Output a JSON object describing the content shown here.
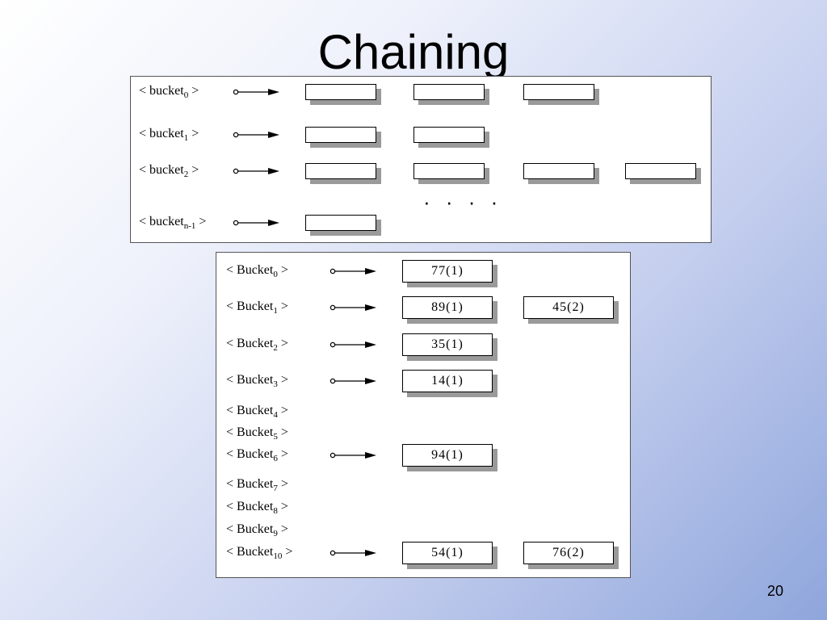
{
  "slide": {
    "title": "Chaining",
    "page_number": "20"
  },
  "generic": {
    "ellipsis": "· · · ·",
    "rows": [
      {
        "label": "bucket",
        "sub": "0",
        "nodes": [
          "",
          "",
          ""
        ]
      },
      {
        "label": "bucket",
        "sub": "1",
        "nodes": [
          "",
          ""
        ]
      },
      {
        "label": "bucket",
        "sub": "2",
        "nodes": [
          "",
          "",
          "",
          ""
        ]
      },
      {
        "label": "bucket",
        "sub": "n-1",
        "nodes": [
          ""
        ]
      }
    ]
  },
  "example": {
    "rows": [
      {
        "label": "Bucket",
        "sub": "0",
        "nodes": [
          "77(1)"
        ]
      },
      {
        "label": "Bucket",
        "sub": "1",
        "nodes": [
          "89(1)",
          "45(2)"
        ]
      },
      {
        "label": "Bucket",
        "sub": "2",
        "nodes": [
          "35(1)"
        ]
      },
      {
        "label": "Bucket",
        "sub": "3",
        "nodes": [
          "14(1)"
        ]
      },
      {
        "label": "Bucket",
        "sub": "4",
        "nodes": []
      },
      {
        "label": "Bucket",
        "sub": "5",
        "nodes": []
      },
      {
        "label": "Bucket",
        "sub": "6",
        "nodes": [
          "94(1)"
        ]
      },
      {
        "label": "Bucket",
        "sub": "7",
        "nodes": []
      },
      {
        "label": "Bucket",
        "sub": "8",
        "nodes": []
      },
      {
        "label": "Bucket",
        "sub": "9",
        "nodes": []
      },
      {
        "label": "Bucket",
        "sub": "10",
        "nodes": [
          "54(1)",
          "76(2)"
        ]
      }
    ]
  }
}
